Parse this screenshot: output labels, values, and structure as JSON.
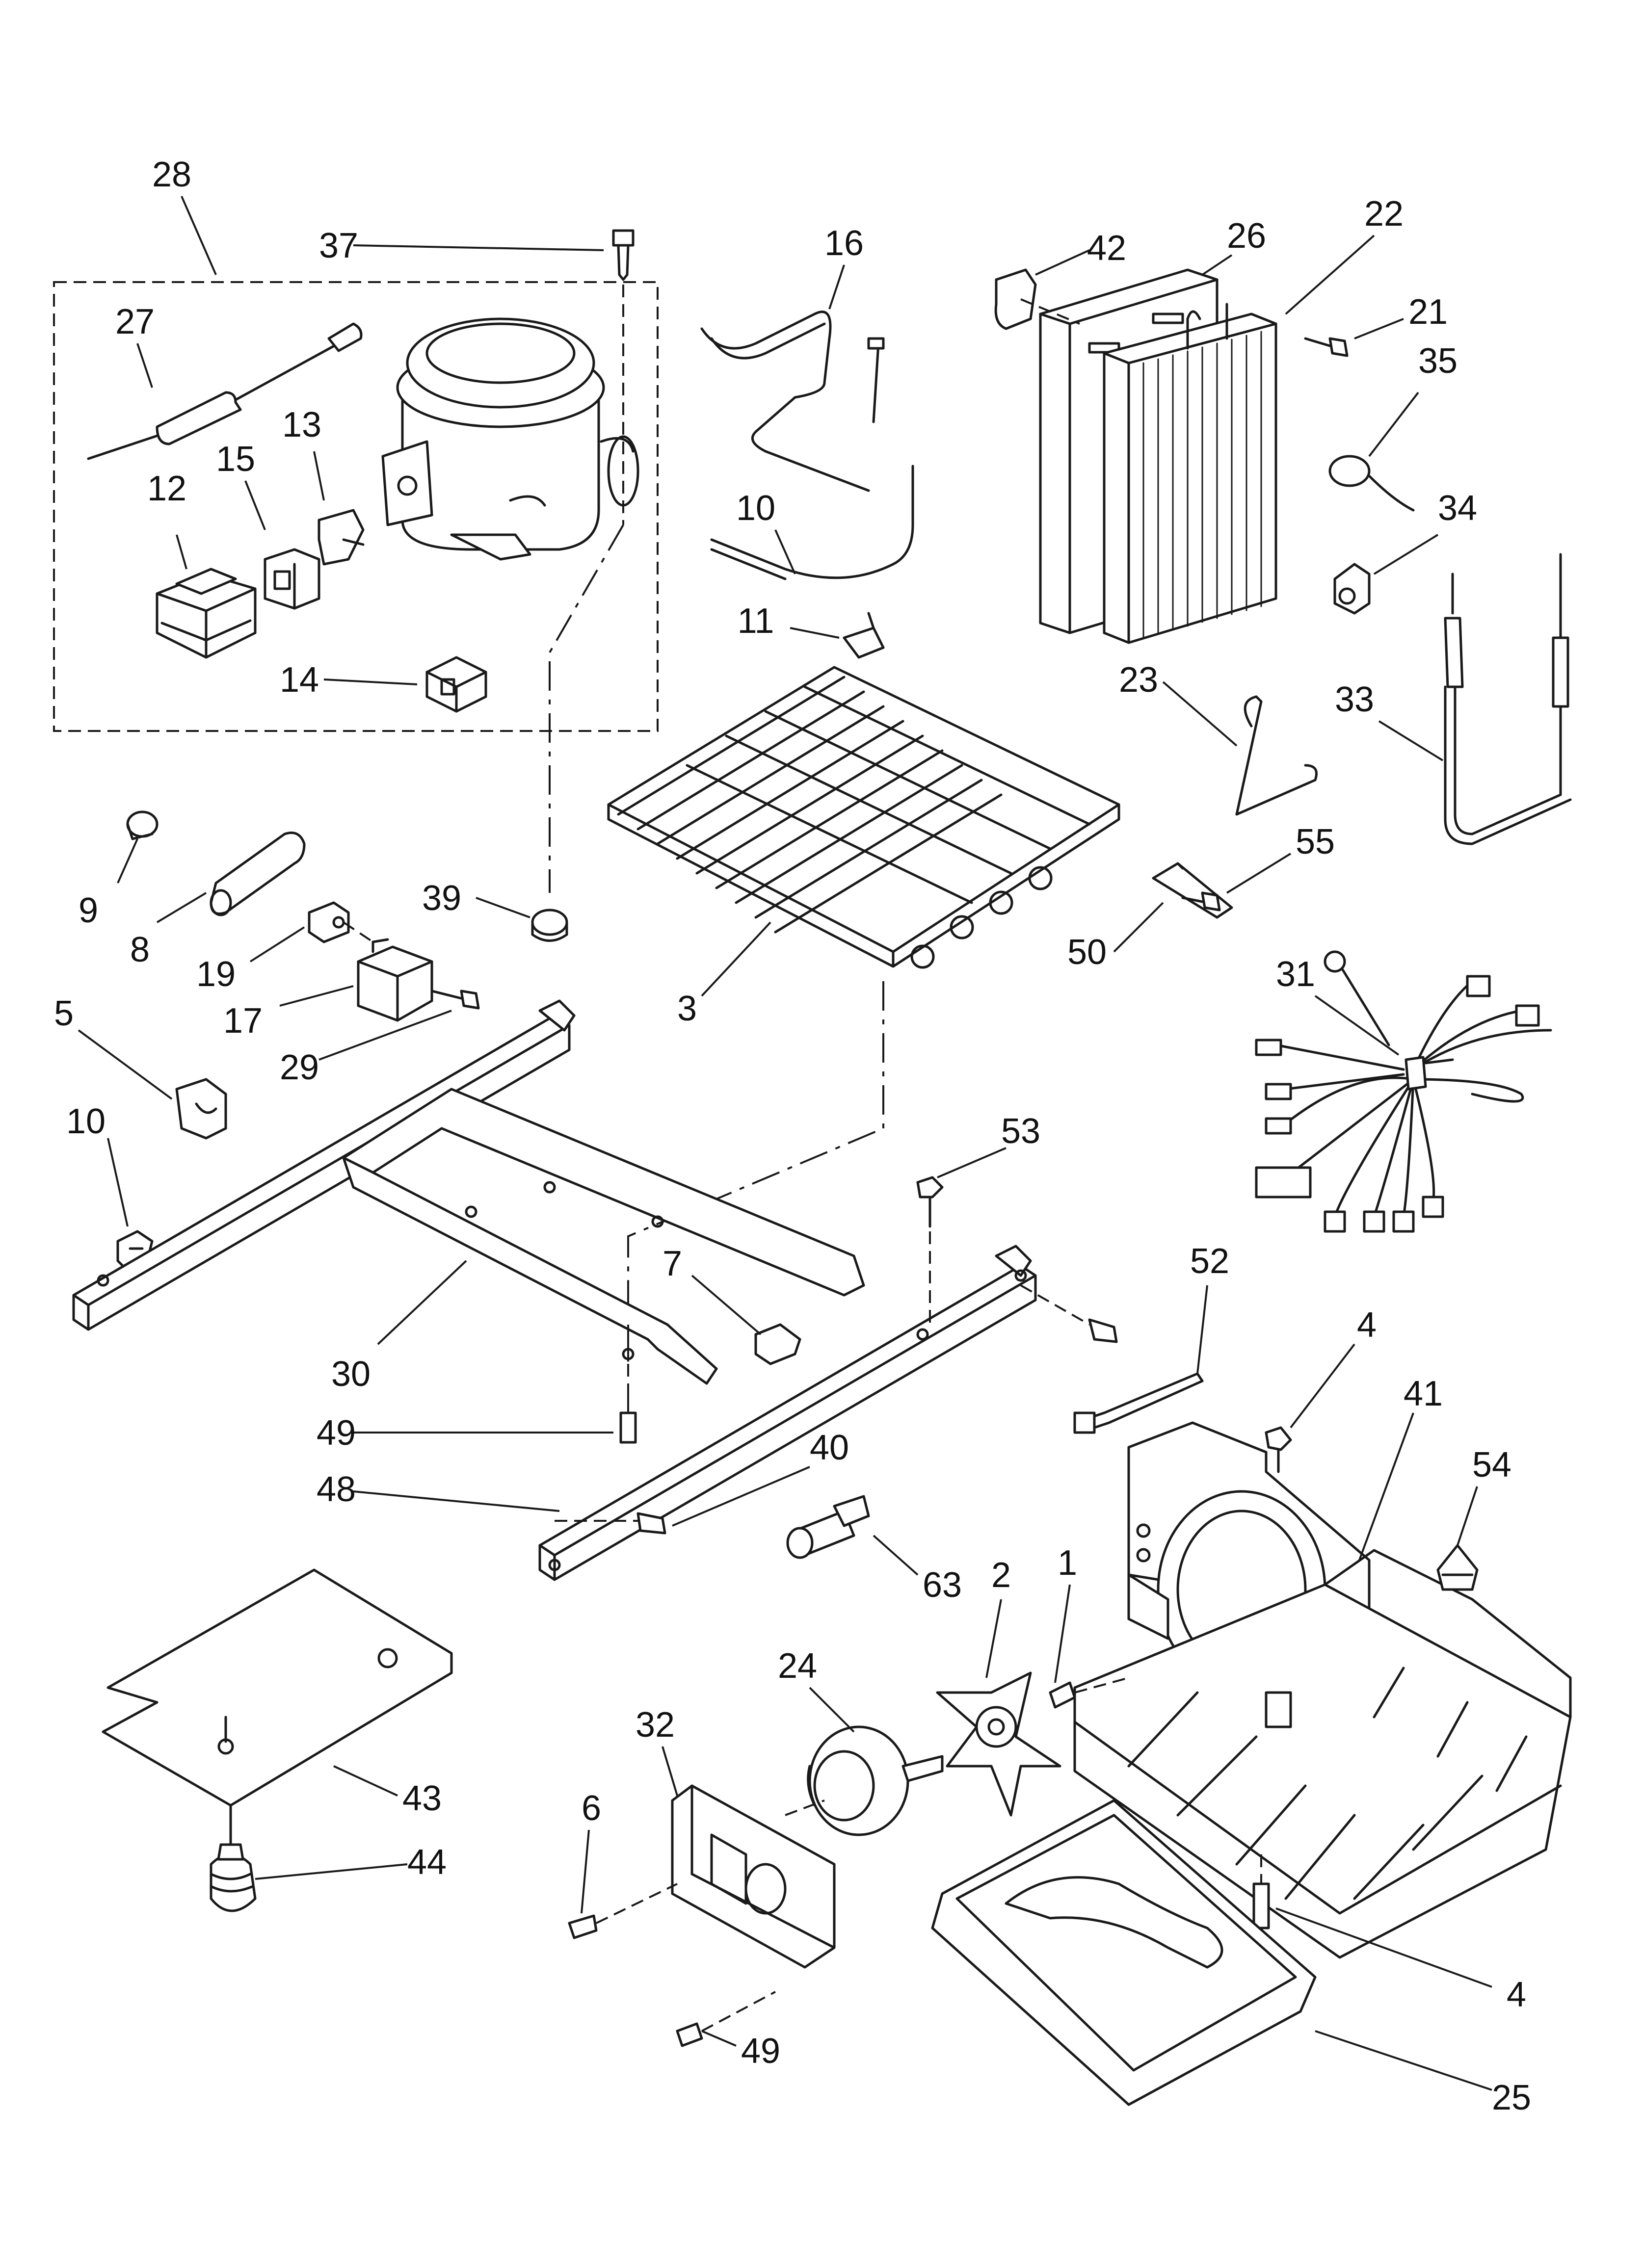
{
  "diagram": {
    "callouts": [
      {
        "id": "28",
        "label": "28"
      },
      {
        "id": "37",
        "label": "37"
      },
      {
        "id": "27",
        "label": "27"
      },
      {
        "id": "15",
        "label": "15"
      },
      {
        "id": "13",
        "label": "13"
      },
      {
        "id": "12",
        "label": "12"
      },
      {
        "id": "14",
        "label": "14"
      },
      {
        "id": "16",
        "label": "16"
      },
      {
        "id": "10a",
        "label": "10"
      },
      {
        "id": "11",
        "label": "11"
      },
      {
        "id": "42",
        "label": "42"
      },
      {
        "id": "26",
        "label": "26"
      },
      {
        "id": "22",
        "label": "22"
      },
      {
        "id": "21",
        "label": "21"
      },
      {
        "id": "35",
        "label": "35"
      },
      {
        "id": "34",
        "label": "34"
      },
      {
        "id": "23",
        "label": "23"
      },
      {
        "id": "33",
        "label": "33"
      },
      {
        "id": "9",
        "label": "9"
      },
      {
        "id": "8",
        "label": "8"
      },
      {
        "id": "39",
        "label": "39"
      },
      {
        "id": "19",
        "label": "19"
      },
      {
        "id": "17",
        "label": "17"
      },
      {
        "id": "29",
        "label": "29"
      },
      {
        "id": "3",
        "label": "3"
      },
      {
        "id": "55",
        "label": "55"
      },
      {
        "id": "50",
        "label": "50"
      },
      {
        "id": "31",
        "label": "31"
      },
      {
        "id": "5",
        "label": "5"
      },
      {
        "id": "10b",
        "label": "10"
      },
      {
        "id": "53",
        "label": "53"
      },
      {
        "id": "7",
        "label": "7"
      },
      {
        "id": "30",
        "label": "30"
      },
      {
        "id": "52",
        "label": "52"
      },
      {
        "id": "4a",
        "label": "4"
      },
      {
        "id": "41",
        "label": "41"
      },
      {
        "id": "54",
        "label": "54"
      },
      {
        "id": "49a",
        "label": "49"
      },
      {
        "id": "40",
        "label": "40"
      },
      {
        "id": "48",
        "label": "48"
      },
      {
        "id": "63",
        "label": "63"
      },
      {
        "id": "2",
        "label": "2"
      },
      {
        "id": "1",
        "label": "1"
      },
      {
        "id": "24",
        "label": "24"
      },
      {
        "id": "32",
        "label": "32"
      },
      {
        "id": "43",
        "label": "43"
      },
      {
        "id": "44",
        "label": "44"
      },
      {
        "id": "6",
        "label": "6"
      },
      {
        "id": "4b",
        "label": "4"
      },
      {
        "id": "49b",
        "label": "49"
      },
      {
        "id": "25",
        "label": "25"
      }
    ]
  }
}
